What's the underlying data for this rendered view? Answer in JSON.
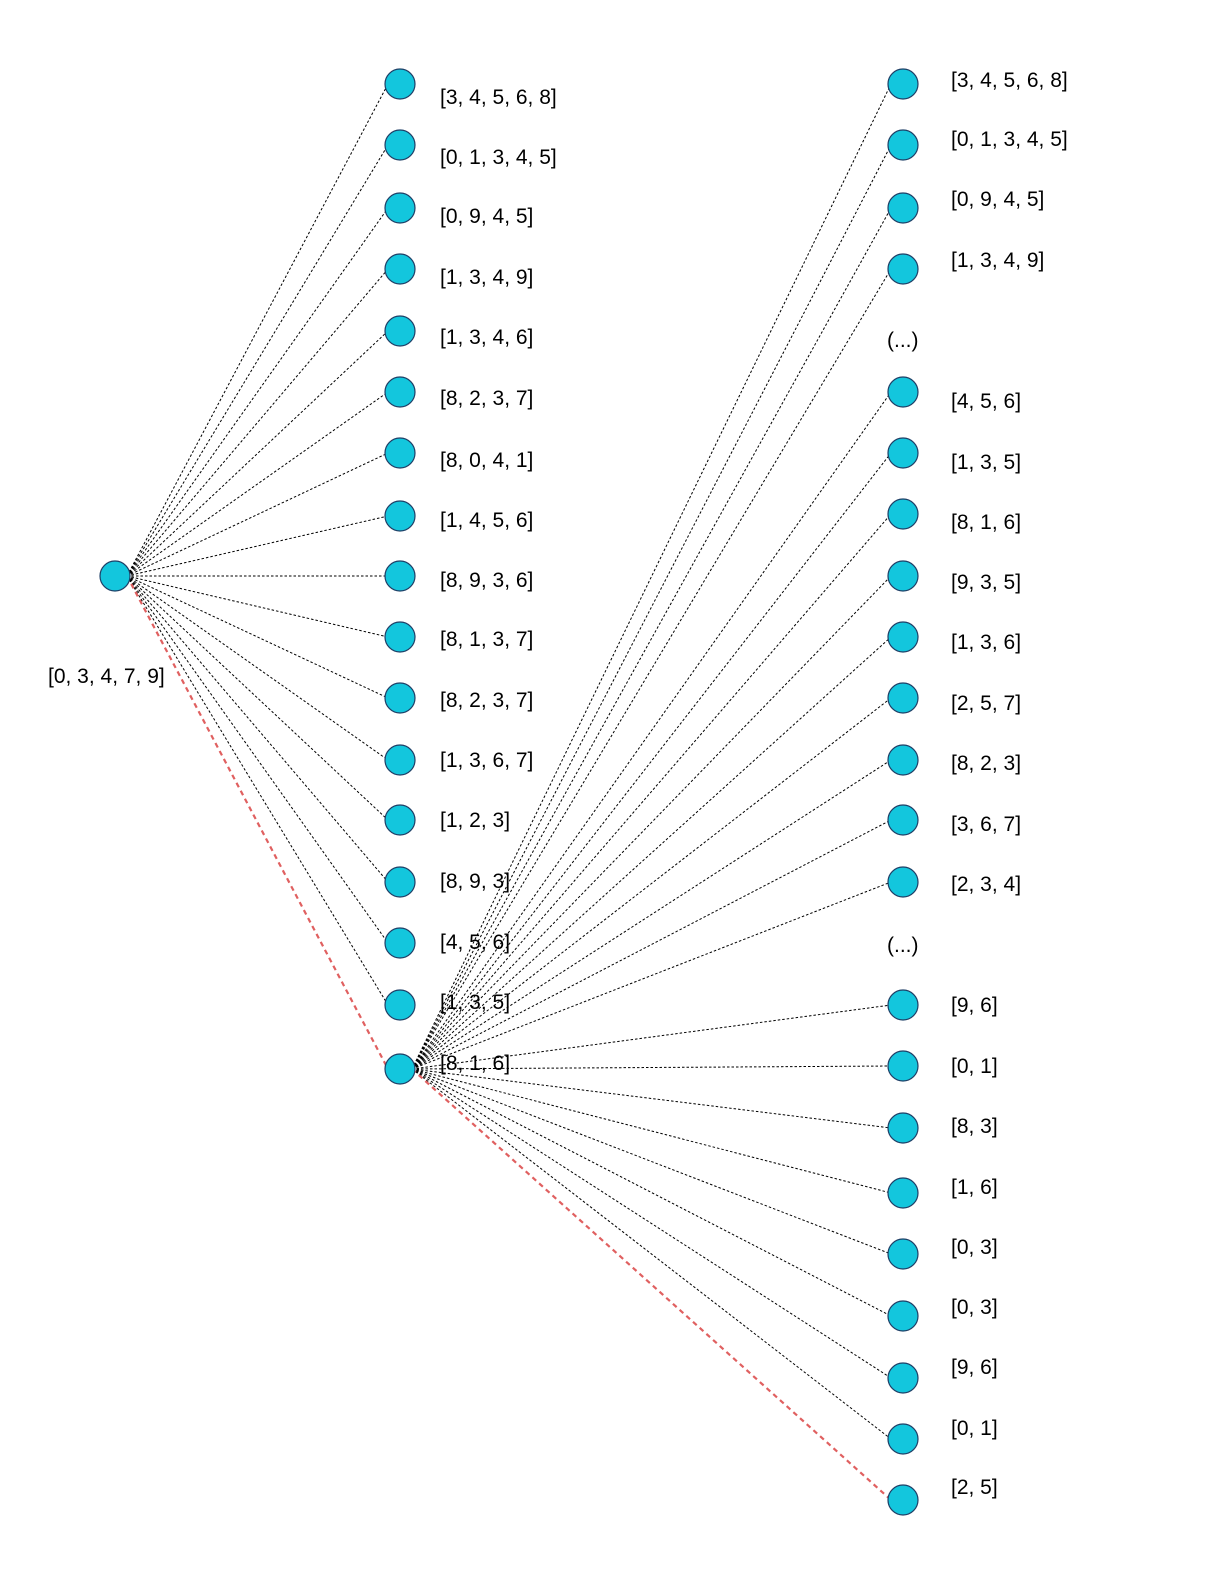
{
  "root": {
    "label": "[0, 3, 4, 7, 9]"
  },
  "level1": [
    "[3, 4, 5, 6, 8]",
    "[0, 1, 3, 4, 5]",
    "[0, 9, 4, 5]",
    "[1, 3, 4, 9]",
    "[1, 3, 4, 6]",
    "[8, 2, 3, 7]",
    "[8, 0, 4, 1]",
    "[1, 4, 5, 6]",
    "[8, 9, 3, 6]",
    "[8, 1, 3, 7]",
    "[8, 2, 3, 7]",
    "[1, 3, 6, 7]",
    "[1, 2, 3]",
    "[8, 9, 3]",
    "[4, 5, 6]",
    "[1, 3, 5]",
    "[8, 1, 6]"
  ],
  "level2": [
    "[3, 4, 5, 6, 8]",
    "[0, 1, 3, 4, 5]",
    "[0, 9, 4, 5]",
    "[1, 3, 4, 9]",
    "(...)",
    "[4, 5, 6]",
    "[1, 3, 5]",
    "[8, 1, 6]",
    "[9, 3, 5]",
    "[1, 3, 6]",
    "[2, 5, 7]",
    "[8, 2, 3]",
    "[3, 6, 7]",
    "[2, 3, 4]",
    "(...)",
    "[9, 6]",
    "[0, 1]",
    "[8, 3]",
    "[1, 6]",
    "[0, 3]",
    "[0, 3]",
    "[9, 6]",
    "[0, 1]",
    "[2, 5]"
  ],
  "colors": {
    "node_fill": "#13c6dd",
    "node_stroke": "#1f3f66",
    "edge": "#000000",
    "highlight_edge": "#e06060"
  }
}
